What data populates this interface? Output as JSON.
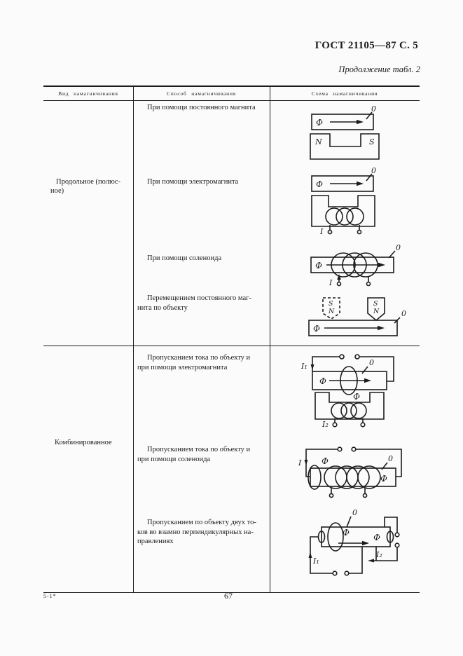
{
  "page": {
    "doc_code": "ГОСТ 21105—87 С. 5",
    "table_caption": "Продолжение табл. 2",
    "footer_mark": "5-1*",
    "page_number": "67",
    "ink_color": "#1c1c1c",
    "paper_color": "#fbfbfb"
  },
  "table": {
    "columns": [
      "Вид намагничивания",
      "Способ намагничивания",
      "Схема намагничивания"
    ],
    "sections": [
      {
        "type_label": "Продольное (полюс-\nное)",
        "rows": [
          {
            "method": "При помощи постоянного магнита",
            "diagram": "permanent-magnet"
          },
          {
            "method": "При помощи электромагнита",
            "diagram": "electromagnet"
          },
          {
            "method": "При помощи соленоида",
            "diagram": "solenoid"
          },
          {
            "method": "Перемещением постоянного маг-\nнита по объекту",
            "diagram": "moving-permanent-magnet"
          }
        ]
      },
      {
        "type_label": "Комбинированное",
        "rows": [
          {
            "method": "Пропусканием тока по объекту и\nпри помощи электромагнита",
            "diagram": "current-plus-electromagnet"
          },
          {
            "method": "Пропусканием тока по объекту и\nпри помощи соленоида",
            "diagram": "current-plus-solenoid"
          },
          {
            "method": "Пропусканием по объекту двух то-\nков во взамно перпендикулярных на-\nправлениях",
            "diagram": "two-perpendicular-currents"
          }
        ]
      }
    ]
  },
  "diagram_labels": {
    "flux": "Ф",
    "object": "0",
    "north": "N",
    "south": "S",
    "current": "I",
    "current_1": "I₁",
    "current_2": "I₂"
  }
}
